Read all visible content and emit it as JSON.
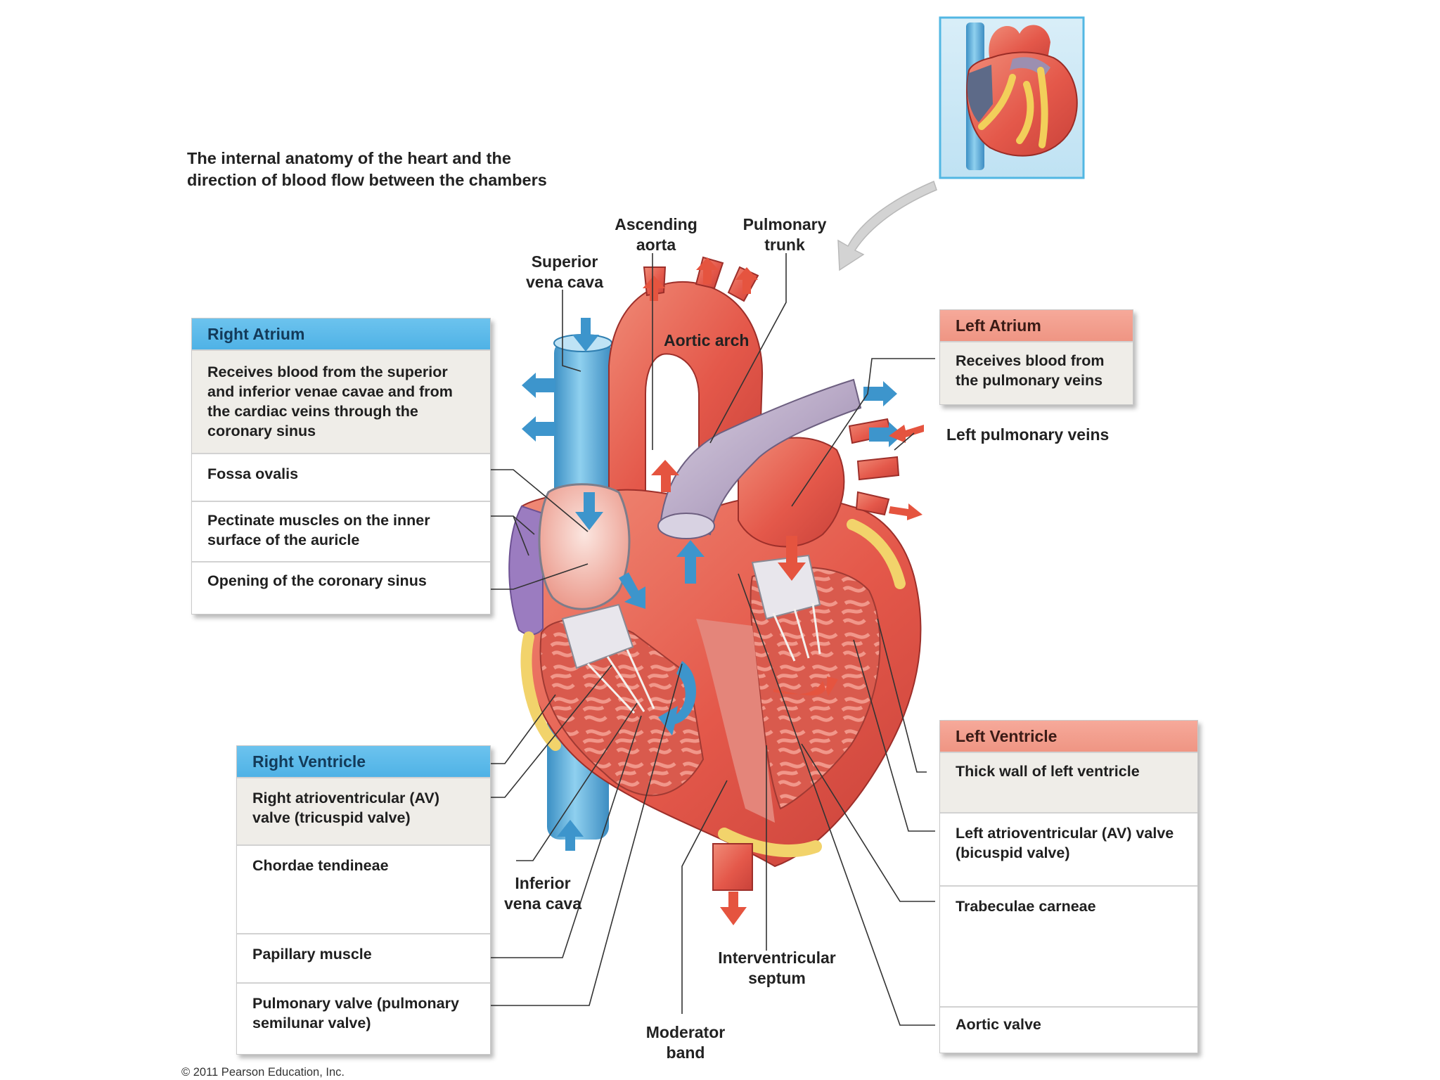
{
  "title": "The internal anatomy of the heart and the direction of blood flow between the chambers",
  "copyright": "© 2011 Pearson Education, Inc.",
  "labels": {
    "ascending_aorta": "Ascending aorta",
    "pulmonary_trunk": "Pulmonary trunk",
    "superior_vena_cava": "Superior vena cava",
    "aortic_arch": "Aortic arch",
    "left_pulmonary_veins": "Left pulmonary veins",
    "inferior_vena_cava": "Inferior vena cava",
    "interventricular_septum": "Interventricular septum",
    "moderator_band": "Moderator band"
  },
  "right_atrium": {
    "header": "Right Atrium",
    "items": [
      "Receives blood from the superior and inferior venae cavae and from the cardiac veins through the coronary sinus",
      "Fossa ovalis",
      "Pectinate muscles on the inner surface of the auricle",
      "Opening of the coronary sinus"
    ]
  },
  "left_atrium": {
    "header": "Left Atrium",
    "items": [
      "Receives blood from the pulmonary veins"
    ]
  },
  "right_ventricle": {
    "header": "Right Ventricle",
    "items": [
      "Right atrioventricular (AV) valve (tricuspid valve)",
      "Chordae tendineae",
      "Papillary muscle",
      "Pulmonary valve (pulmonary semilunar valve)"
    ]
  },
  "left_ventricle": {
    "header": "Left Ventricle",
    "items": [
      "Thick wall of left ventricle",
      "Left atrioventricular (AV) valve (bicuspid valve)",
      "Trabeculae carneae",
      "Aortic valve"
    ]
  },
  "colors": {
    "blood_red": "#e5543f",
    "blood_blue": "#3d95cc",
    "right_header": "#56b6e8",
    "left_header": "#f19c8a",
    "fat": "#f2d36b",
    "muscle": "#e97b6c"
  }
}
